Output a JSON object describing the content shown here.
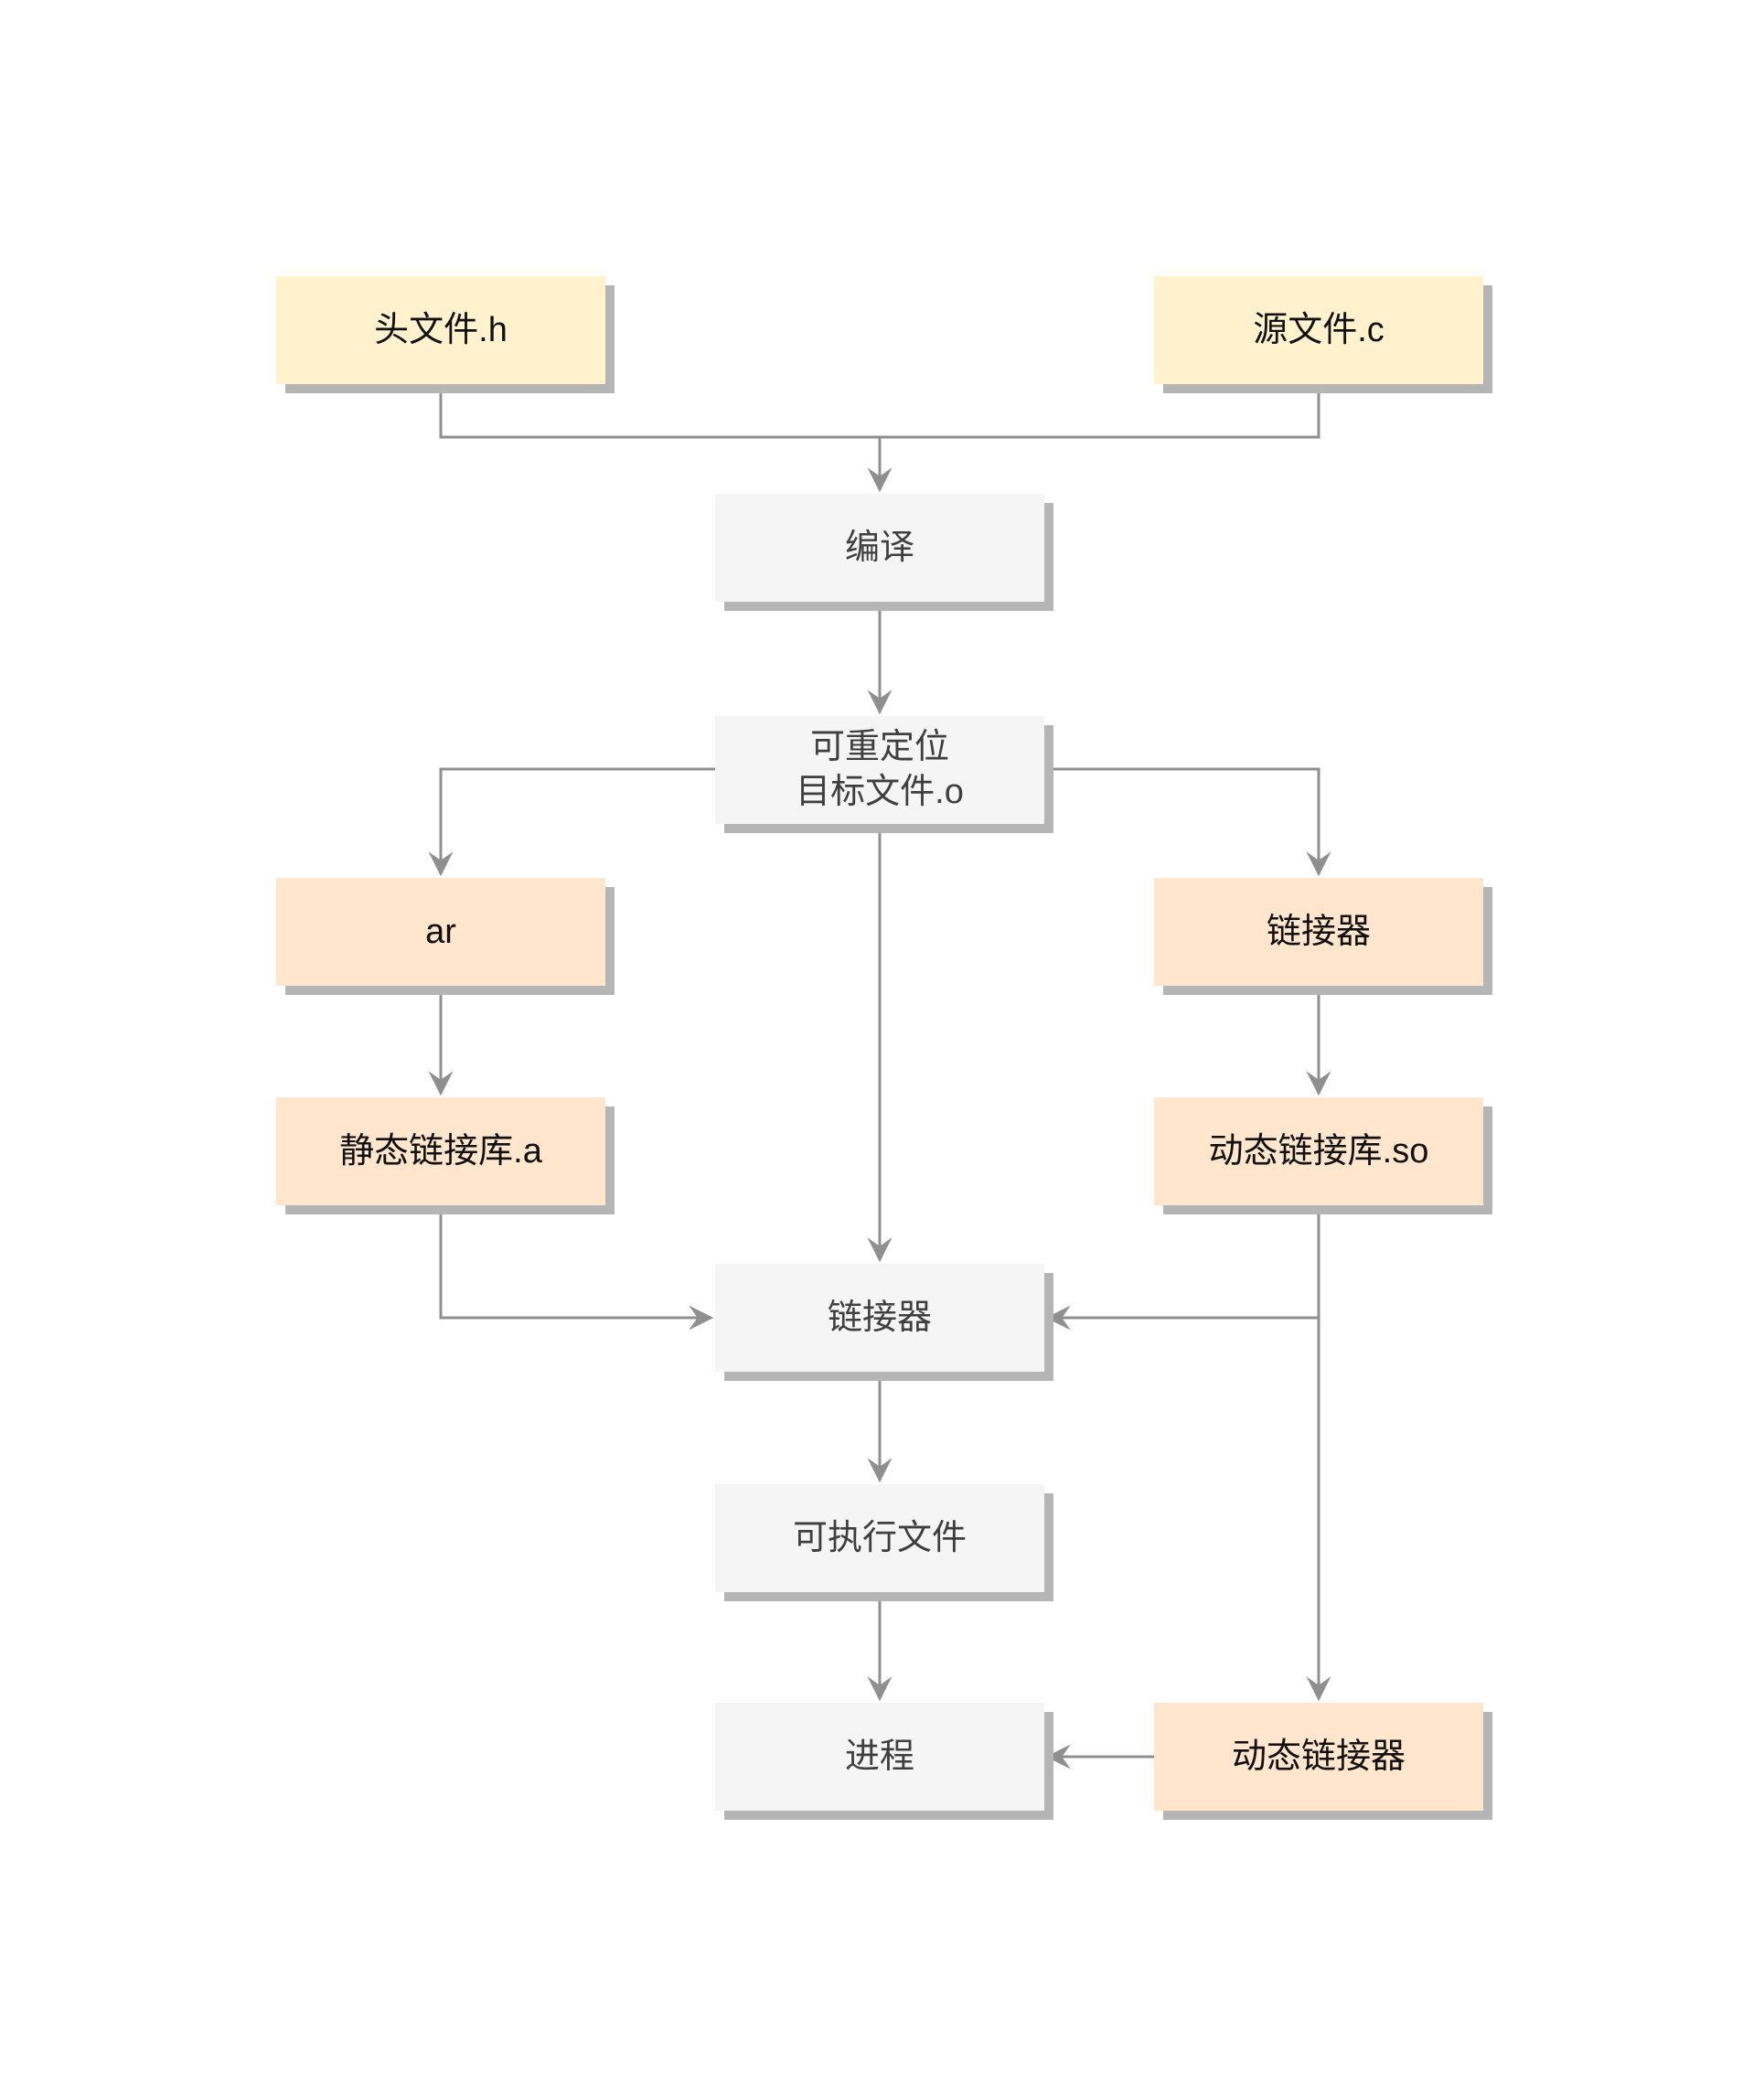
{
  "diagram": {
    "description": "C program compile and link flowchart",
    "colors": {
      "background": "#FFFFFF",
      "yellow_fill": "#FFF2CC",
      "orange_fill": "#FFE6CC",
      "gray_fill": "#F5F5F5",
      "shadow": "#B5B5B5",
      "connector": "#8F8F8F",
      "text_on_color": "#111111",
      "text_on_gray": "#3F3F3F"
    },
    "nodes": {
      "header_file": {
        "label": "头文件.h",
        "fill": "yellow"
      },
      "source_file": {
        "label": "源文件.c",
        "fill": "yellow"
      },
      "compile": {
        "label": "编译",
        "fill": "gray"
      },
      "relocatable_object": {
        "label": "可重定位\n目标文件.o",
        "fill": "gray"
      },
      "ar": {
        "label": "ar",
        "fill": "orange"
      },
      "linker_right": {
        "label": "链接器",
        "fill": "orange"
      },
      "static_library": {
        "label": "静态链接库.a",
        "fill": "orange"
      },
      "dynamic_library": {
        "label": "动态链接库.so",
        "fill": "orange"
      },
      "linker_center": {
        "label": "链接器",
        "fill": "gray"
      },
      "executable": {
        "label": "可执行文件",
        "fill": "gray"
      },
      "process": {
        "label": "进程",
        "fill": "gray"
      },
      "dynamic_linker": {
        "label": "动态链接器",
        "fill": "orange"
      }
    },
    "edges": [
      {
        "from": "header_file",
        "to": "compile"
      },
      {
        "from": "source_file",
        "to": "compile"
      },
      {
        "from": "compile",
        "to": "relocatable_object"
      },
      {
        "from": "relocatable_object",
        "to": "ar"
      },
      {
        "from": "relocatable_object",
        "to": "linker_right"
      },
      {
        "from": "relocatable_object",
        "to": "linker_center"
      },
      {
        "from": "ar",
        "to": "static_library"
      },
      {
        "from": "linker_right",
        "to": "dynamic_library"
      },
      {
        "from": "static_library",
        "to": "linker_center"
      },
      {
        "from": "dynamic_library",
        "to": "linker_center"
      },
      {
        "from": "dynamic_library",
        "to": "dynamic_linker"
      },
      {
        "from": "linker_center",
        "to": "executable"
      },
      {
        "from": "executable",
        "to": "process"
      },
      {
        "from": "dynamic_linker",
        "to": "process"
      }
    ]
  }
}
